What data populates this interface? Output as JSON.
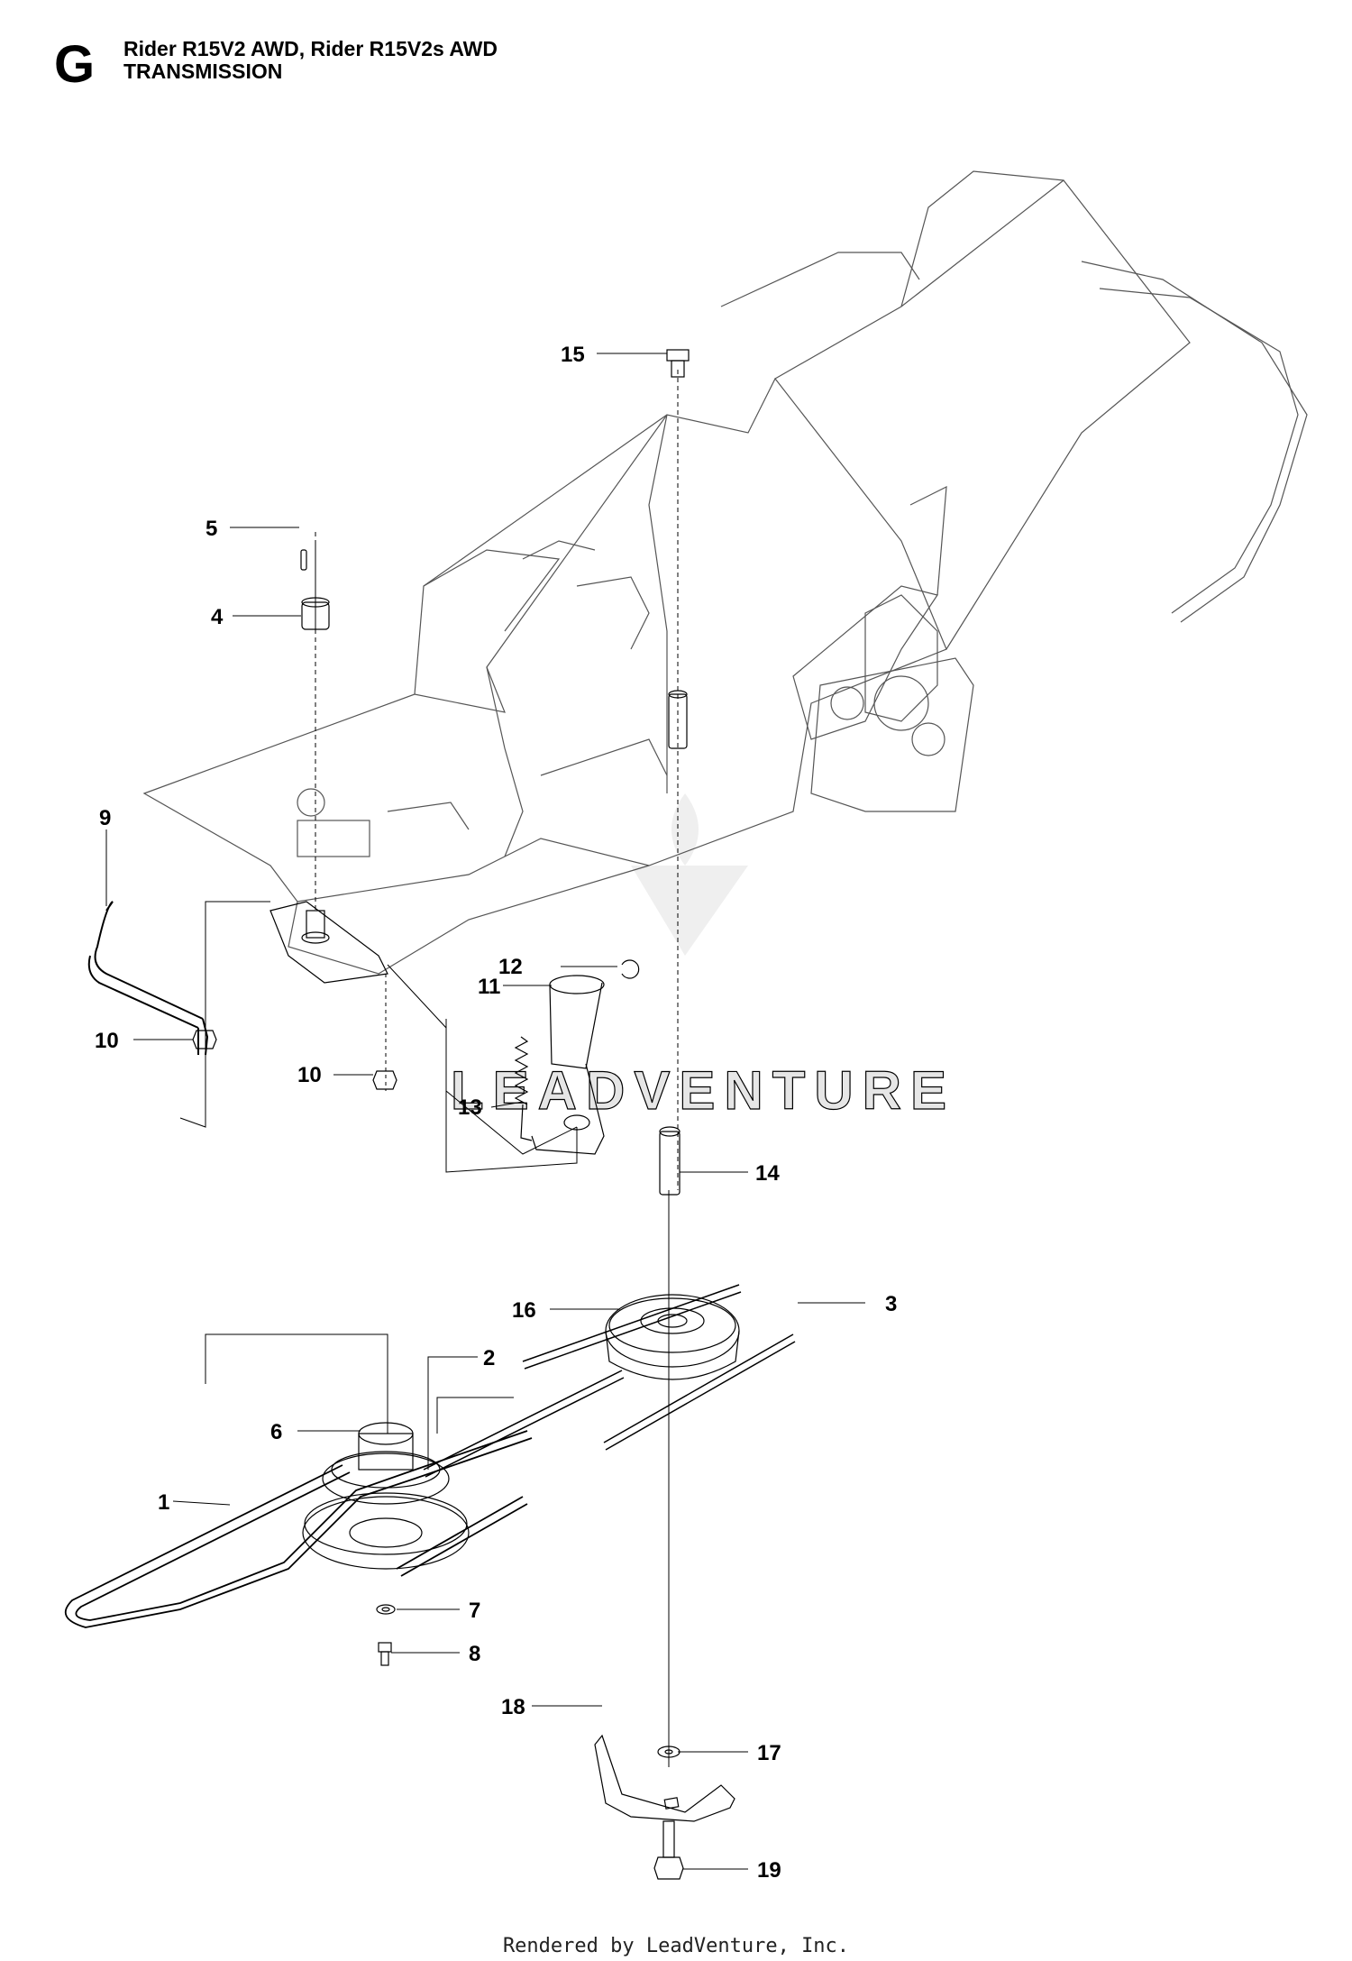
{
  "header": {
    "section_letter": "G",
    "model_line": "Rider R15V2 AWD, Rider R15V2s AWD",
    "section_title": "TRANSMISSION"
  },
  "watermark": "LEADVENTURE",
  "footer": "Rendered by LeadVenture, Inc.",
  "callouts": [
    {
      "id": "c15",
      "label": "15"
    },
    {
      "id": "c5",
      "label": "5"
    },
    {
      "id": "c4",
      "label": "4"
    },
    {
      "id": "c9",
      "label": "9"
    },
    {
      "id": "c10a",
      "label": "10"
    },
    {
      "id": "c10b",
      "label": "10"
    },
    {
      "id": "c12",
      "label": "12"
    },
    {
      "id": "c11",
      "label": "11"
    },
    {
      "id": "c13",
      "label": "13"
    },
    {
      "id": "c14",
      "label": "14"
    },
    {
      "id": "c16",
      "label": "16"
    },
    {
      "id": "c3",
      "label": "3"
    },
    {
      "id": "c2",
      "label": "2"
    },
    {
      "id": "c6",
      "label": "6"
    },
    {
      "id": "c1",
      "label": "1"
    },
    {
      "id": "c7",
      "label": "7"
    },
    {
      "id": "c8",
      "label": "8"
    },
    {
      "id": "c17",
      "label": "17"
    },
    {
      "id": "c18",
      "label": "18"
    },
    {
      "id": "c19",
      "label": "19"
    }
  ]
}
